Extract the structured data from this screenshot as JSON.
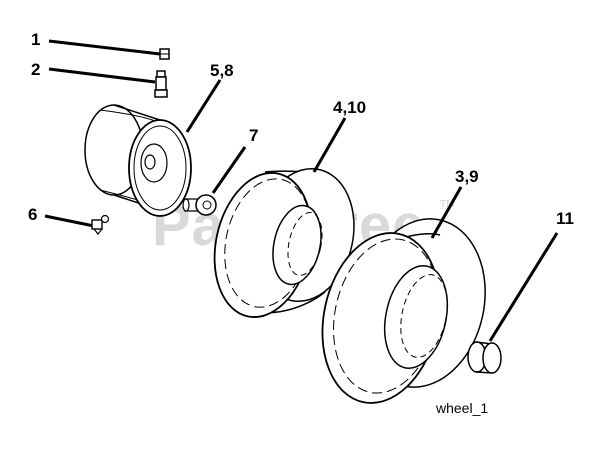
{
  "diagram": {
    "callouts": {
      "c1": "1",
      "c2": "2",
      "c58": "5,8",
      "c7": "7",
      "c6": "6",
      "c410": "4,10",
      "c39": "3,9",
      "c11": "11"
    },
    "caption": "wheel_1",
    "watermark": "PartsTree",
    "watermark_tm": "TM"
  }
}
